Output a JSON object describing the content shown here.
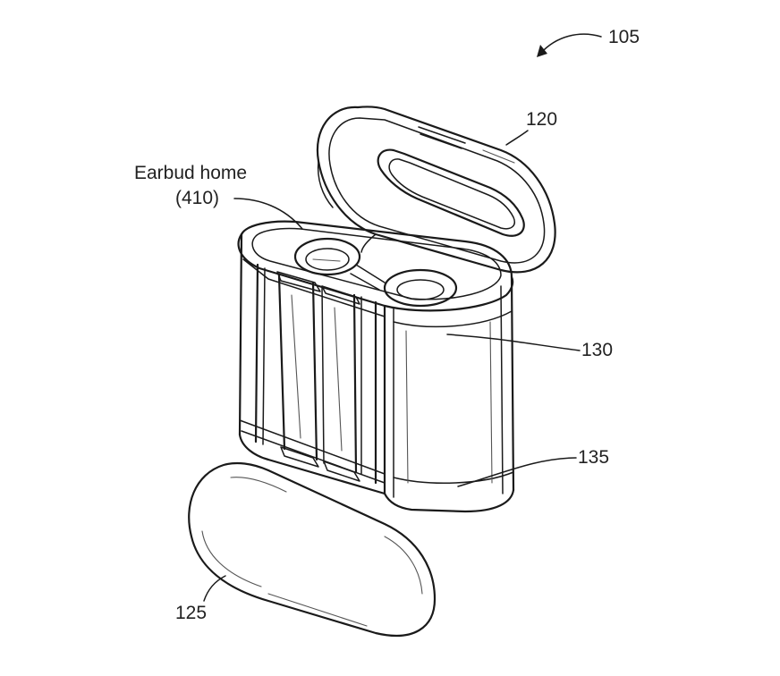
{
  "labels": {
    "ref_105": "105",
    "ref_120": "120",
    "earbud_home_line1": "Earbud home",
    "earbud_home_line2": "(410)",
    "ref_130": "130",
    "ref_135": "135",
    "ref_125": "125"
  },
  "colors": {
    "line": "#1a1a1a",
    "background": "#ffffff"
  }
}
